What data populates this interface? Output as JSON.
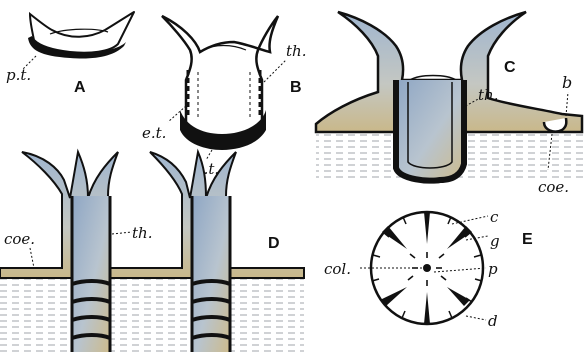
{
  "figure": {
    "panels": [
      {
        "id": "A",
        "label": "A"
      },
      {
        "id": "B",
        "label": "B"
      },
      {
        "id": "C",
        "label": "C"
      },
      {
        "id": "D",
        "label": "D"
      },
      {
        "id": "E",
        "label": "E"
      }
    ],
    "labels": {
      "a_pt": "p.t.",
      "b_th": "th.",
      "b_et": "e.t.",
      "b_pt": "p.t.",
      "c_th": "th.",
      "c_b": "b",
      "c_coe": "coe.",
      "d_coe": "coe.",
      "d_th": "th.",
      "e_c": "c",
      "e_g": "g",
      "e_col": "col.",
      "e_p": "p",
      "e_d": "d"
    }
  },
  "colors": {
    "ink": "#111111",
    "wash": "#9fb3c8",
    "wash_warm": "#c9b98a",
    "sediment": "#dfe3e8",
    "paper": "#ffffff"
  }
}
